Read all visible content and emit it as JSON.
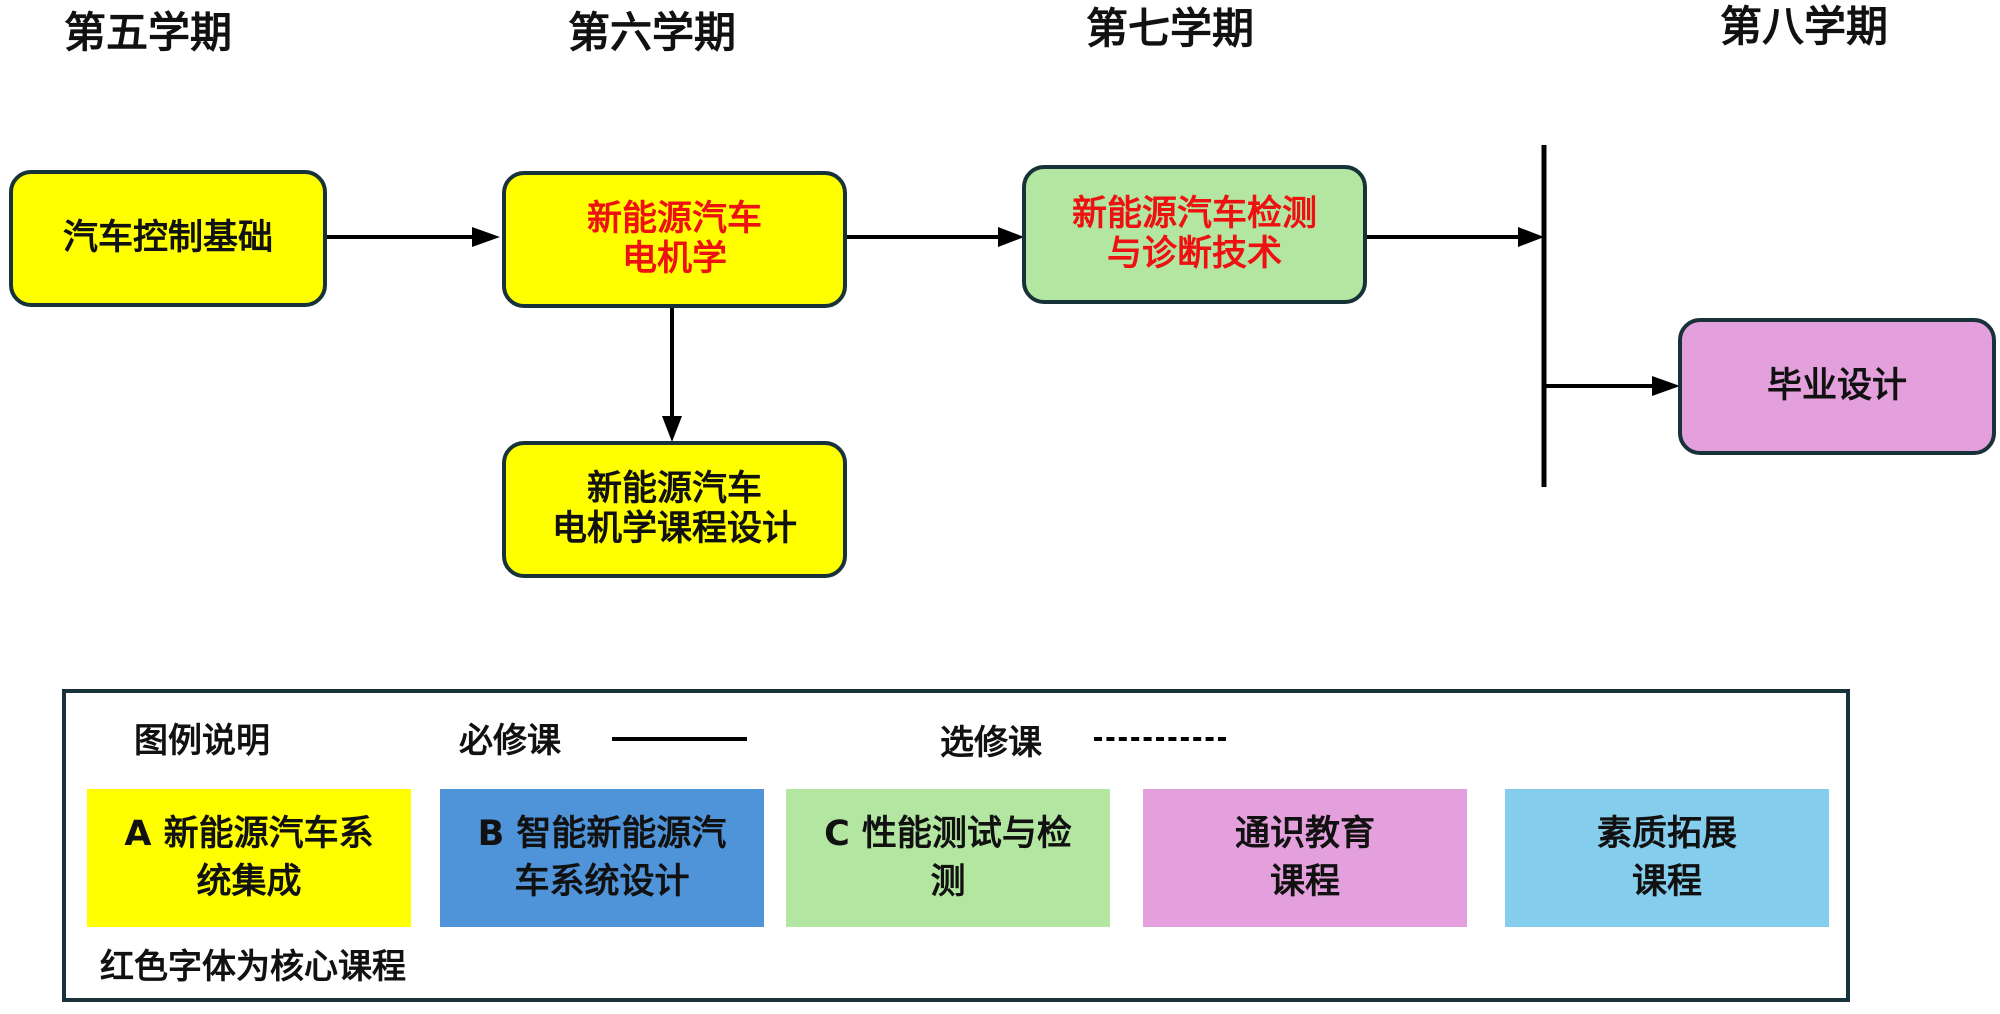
{
  "semesters": [
    "第五学期",
    "第六学期",
    "第七学期",
    "第八学期"
  ],
  "nodes": {
    "auto_control": {
      "lines": [
        "汽车控制基础"
      ],
      "fill": "#ffff00",
      "core": false
    },
    "motor": {
      "lines": [
        "新能源汽车",
        "电机学"
      ],
      "fill": "#ffff00",
      "core": true
    },
    "motor_design": {
      "lines": [
        "新能源汽车",
        "电机学课程设计"
      ],
      "fill": "#ffff00",
      "core": false
    },
    "diagnosis": {
      "lines": [
        "新能源汽车检测",
        "与诊断技术"
      ],
      "fill": "#b3e6a1",
      "core": true
    },
    "graduation": {
      "lines": [
        "毕业设计"
      ],
      "fill": "#e4a0dc",
      "core": false
    }
  },
  "legend": {
    "title": "图例说明",
    "required_label": "必修课",
    "elective_label": "选修课",
    "categories": [
      {
        "lines": [
          "A 新能源汽车系",
          "统集成"
        ],
        "color": "#ffff00"
      },
      {
        "lines": [
          "B  智能新能源汽",
          "车系统设计"
        ],
        "color": "#4f93d8"
      },
      {
        "lines": [
          "C 性能测试与检",
          "测"
        ],
        "color": "#b3e6a1"
      },
      {
        "lines": [
          "通识教育",
          "课程"
        ],
        "color": "#e4a0dc"
      },
      {
        "lines": [
          "素质拓展",
          "课程"
        ],
        "color": "#85cdec"
      }
    ],
    "core_note": "红色字体为核心课程"
  },
  "colors": {
    "core_text": "#ee1111",
    "border": "#173238",
    "arrow": "#000000"
  }
}
